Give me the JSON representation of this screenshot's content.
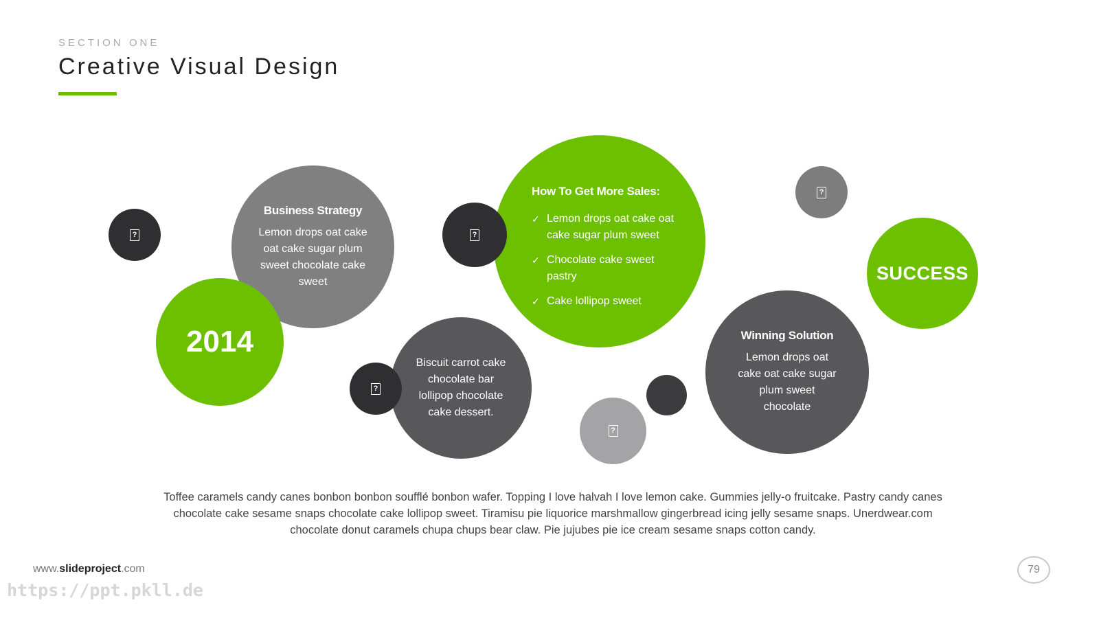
{
  "header": {
    "section_label": "SECTION ONE",
    "title": "Creative Visual Design"
  },
  "colors": {
    "accent_green": "#6cc000",
    "gray": "#808080",
    "dark_gray": "#58585a",
    "black": "#2f2f31",
    "light_gray": "#a4a4a6"
  },
  "bubbles": {
    "business_strategy": {
      "title": "Business Strategy",
      "text": "Lemon drops oat cake oat cake sugar plum sweet chocolate cake sweet"
    },
    "year": "2014",
    "biscuit": {
      "text": "Biscuit carrot cake chocolate bar lollipop chocolate cake dessert."
    },
    "sales": {
      "title": "How To Get More Sales:",
      "items": [
        "Lemon drops oat cake oat cake sugar plum sweet",
        "Chocolate cake sweet pastry",
        "Cake lollipop sweet"
      ],
      "check_glyph": "✓"
    },
    "winning": {
      "title": "Winning Solution",
      "text": "Lemon drops oat cake oat cake sugar plum sweet chocolate"
    },
    "success": "SUCCESS",
    "icon_glyph": "?",
    "icon_names": [
      "placeholder-icon"
    ]
  },
  "body_text": "Toffee caramels candy canes bonbon bonbon soufflé bonbon wafer. Topping I love halvah I love lemon cake. Gummies jelly-o fruitcake. Pastry candy canes chocolate cake sesame snaps chocolate cake lollipop sweet. Tiramisu pie liquorice marshmallow gingerbread icing jelly sesame snaps. Unerdwear.com chocolate donut caramels chupa chups bear claw. Pie jujubes pie ice cream sesame snaps cotton candy.",
  "footer": {
    "site_prefix": "www.",
    "site_bold": "slideproject",
    "site_suffix": ".com",
    "watermark": "https://ppt.pkll.de",
    "page_number": "79"
  }
}
